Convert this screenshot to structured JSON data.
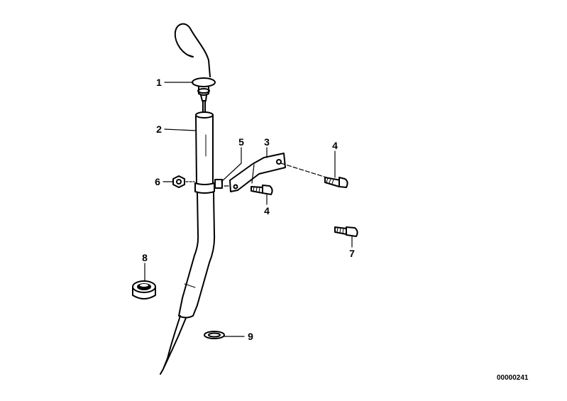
{
  "diagram": {
    "labels": {
      "p1": "1",
      "p2": "2",
      "p3": "3",
      "p4a": "4",
      "p4b": "4",
      "p5": "5",
      "p6": "6",
      "p7": "7",
      "p8": "8",
      "p9": "9"
    },
    "reference_number": "00000241"
  }
}
